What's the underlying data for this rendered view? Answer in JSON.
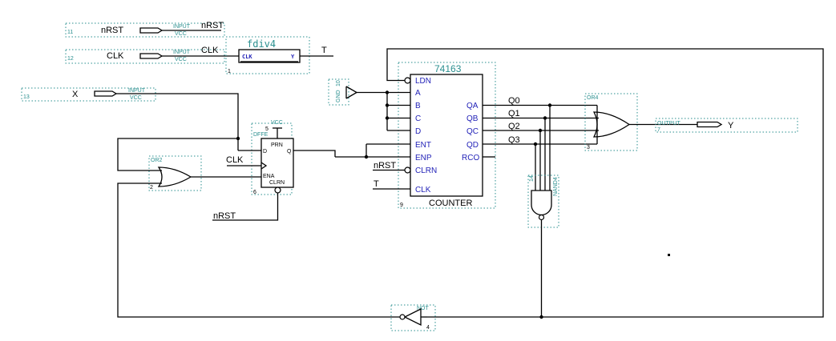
{
  "pins": {
    "nrst": {
      "index": "11",
      "name": "nRST",
      "type": "INPUT",
      "sub": "VCC",
      "net": "nRST"
    },
    "clk": {
      "index": "12",
      "name": "CLK",
      "type": "INPUT",
      "sub": "VCC",
      "net": "CLK"
    },
    "x": {
      "index": "13",
      "name": "X",
      "type": "INPUT",
      "sub": "VCC"
    },
    "y": {
      "index": "7",
      "name": "Y",
      "type": "OUTPUT"
    }
  },
  "fdiv": {
    "title": "fdiv4",
    "in": "CLK",
    "out": "Y",
    "index": "1",
    "net_out": "T"
  },
  "counter": {
    "title": "74163",
    "caption": "COUNTER",
    "index": "9",
    "left_pins": [
      "LDN",
      "A",
      "B",
      "C",
      "D",
      "ENT",
      "ENP",
      "CLRN",
      "CLK"
    ],
    "right_pins": [
      "QA",
      "QB",
      "QC",
      "QD",
      "RCO"
    ],
    "outputs": [
      "Q0",
      "Q1",
      "Q2",
      "Q3"
    ],
    "in_nets": {
      "clrn": "nRST",
      "clk": "T"
    }
  },
  "gnd": {
    "label": "GND",
    "index": "10"
  },
  "dffe": {
    "type": "DFFE",
    "index": "6",
    "prn": "PRN",
    "d": "D",
    "q": "Q",
    "ena": "ENA",
    "clrn": "CLRN",
    "vcc": "VCC",
    "vcc_index": "5"
  },
  "or2": {
    "type": "OR2",
    "index": "2"
  },
  "or4": {
    "type": "OR4",
    "index": "3"
  },
  "nand4": {
    "type": "NAND4",
    "index": "14"
  },
  "not": {
    "type": "NOT",
    "index": "4"
  },
  "nets": {
    "clk_dff": "CLK",
    "nrst_dff": "nRST"
  }
}
